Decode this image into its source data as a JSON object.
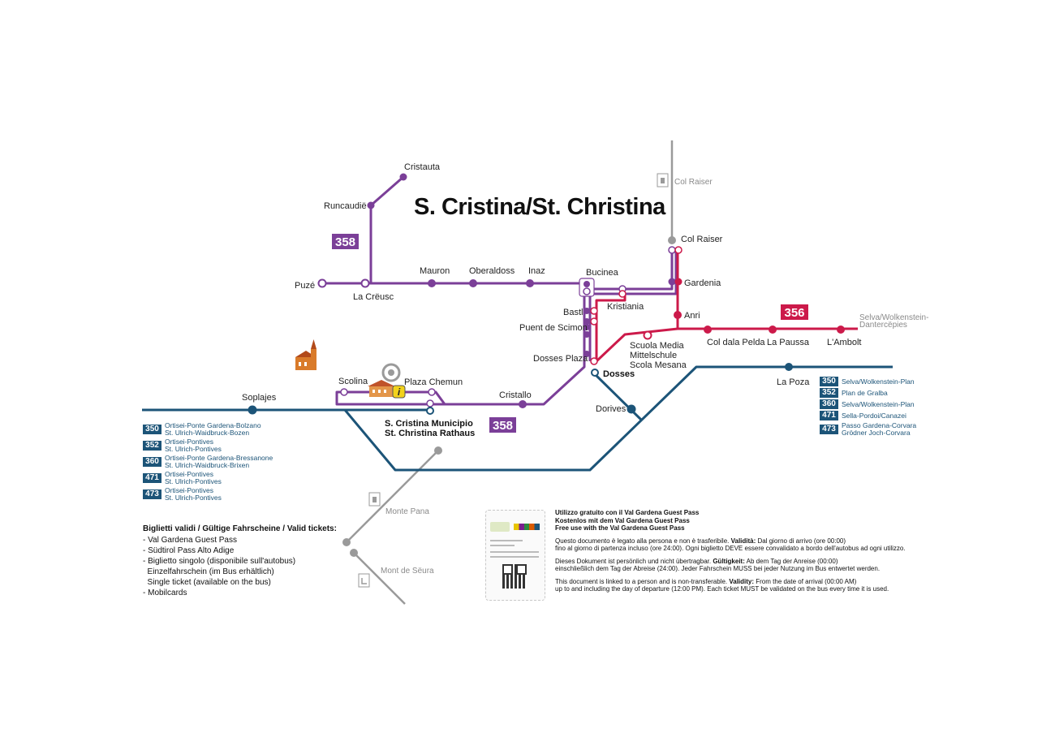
{
  "map": {
    "title": "S. Cristina/St. Christina",
    "colors": {
      "purple": "#7b3f98",
      "red": "#cc1a4a",
      "blue": "#1c5478",
      "gray": "#9a9a9a"
    },
    "lines": {
      "purple": {
        "badge": "358",
        "badge_secondary": "358"
      },
      "red": {
        "badge": "356",
        "terminus": [
          "Selva/Wolkenstein-",
          "Dantercëpies"
        ]
      }
    },
    "stops": {
      "cristauta": "Cristauta",
      "runcaudie": "Runcaudië",
      "puze": "Puzé",
      "la_creusc": "La Crëusc",
      "mauron": "Mauron",
      "oberaldoss": "Oberaldoss",
      "inaz": "Inaz",
      "bucinea": "Bucinea",
      "kristiania": "Kristiania",
      "bastl": "Bastl",
      "puent_de_scimon": "Puent de Scimon",
      "dosses_plaza": "Dosses Plaza",
      "dosses": "Dosses",
      "col_raiser_station": "Col Raiser",
      "col_raiser_lift": "Col Raiser",
      "gardenia": "Gardenia",
      "anri": "Anri",
      "scuola_media": [
        "Scuola Media",
        "Mittelschule",
        "Scola Mesana"
      ],
      "col_dala_pelda": "Col dala Pelda",
      "la_paussa": "La Paussa",
      "l_ambolt": "L'Ambolt",
      "la_poza": "La Poza",
      "dorives": "Dorives",
      "cristallo": "Cristallo",
      "scolina": "Scolina",
      "plaza_chemun": "Plaza Chemun",
      "municipio": [
        "S. Cristina Municipio",
        "St. Christina Rathaus"
      ],
      "soplajes": "Soplajes",
      "monte_pana": "Monte Pana",
      "mont_de_seura": "Mont de Sëura"
    }
  },
  "legend_left": [
    {
      "num": "350",
      "lines": [
        "Ortisei-Ponte Gardena-Bolzano",
        "St. Ulrich-Waidbruck-Bozen"
      ]
    },
    {
      "num": "352",
      "lines": [
        "Ortisei-Pontives",
        "St. Ulrich-Pontives"
      ]
    },
    {
      "num": "360",
      "lines": [
        "Ortisei-Ponte Gardena-Bressanone",
        "St. Ulrich-Waidbruck-Brixen"
      ]
    },
    {
      "num": "471",
      "lines": [
        "Ortisei-Pontives",
        "St. Ulrich-Pontives"
      ]
    },
    {
      "num": "473",
      "lines": [
        "Ortisei-Pontives",
        "St. Ulrich-Pontives"
      ]
    }
  ],
  "legend_right": [
    {
      "num": "350",
      "lines": [
        "Selva/Wolkenstein-Plan"
      ]
    },
    {
      "num": "352",
      "lines": [
        "Plan de Gralba"
      ]
    },
    {
      "num": "360",
      "lines": [
        "Selva/Wolkenstein-Plan"
      ]
    },
    {
      "num": "471",
      "lines": [
        "Sella-Pordoi/Canazei"
      ]
    },
    {
      "num": "473",
      "lines": [
        "Passo Gardena-Corvara",
        "Grödner Joch-Corvara"
      ]
    }
  ],
  "tickets": {
    "heading": "Biglietti validi / Gültige Fahrscheine / Valid tickets:",
    "items": [
      "- Val Gardena Guest Pass",
      "- Südtirol Pass Alto Adige",
      "- Biglietto singolo (disponibile sull'autobus)",
      "  Einzelfahrschein (im Bus erhältlich)",
      "  Single ticket (available on the bus)",
      "- Mobilcards"
    ]
  },
  "pass_info": {
    "heading": [
      "Utilizzo gratuito con il Val Gardena Guest Pass",
      "Kostenlos mit dem Val Gardena Guest Pass",
      "Free use with the Val Gardena Guest Pass"
    ],
    "it": {
      "a": "Questo documento è legato alla persona e non è trasferibile. ",
      "label": "Validità:",
      "b": " Dal giorno di arrivo (ore 00:00)",
      "c": "fino al giorno di partenza incluso (ore 24:00). Ogni biglietto DEVE essere convalidato a bordo dell'autobus ad ogni utilizzo."
    },
    "de": {
      "a": "Dieses Dokument ist persönlich und nicht übertragbar. ",
      "label": "Gültigkeit:",
      "b": " Ab dem Tag der Anreise (00:00)",
      "c": "einschließlich dem Tag der Abreise (24:00). Jeder Fahrschein MUSS bei jeder Nutzung im Bus entwertet werden."
    },
    "en": {
      "a": "This document is linked to a person and is non-transferable. ",
      "label": "Validity:",
      "b": " From the date of arrival (00:00 AM)",
      "c": "up to and including the day of departure (12:00 PM). Each ticket MUST be validated on the bus every time it is used."
    }
  }
}
